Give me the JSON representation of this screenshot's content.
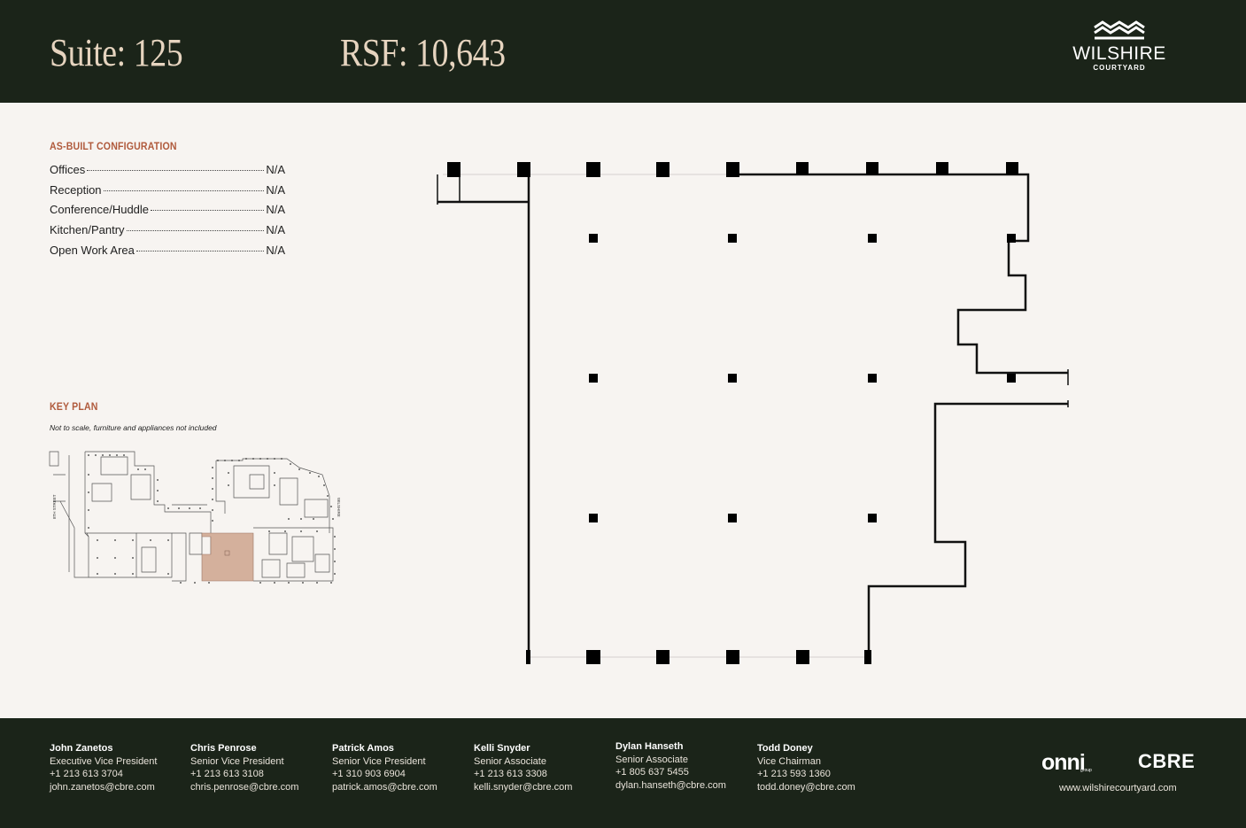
{
  "header": {
    "suite": "Suite: 125",
    "rsf": "RSF: 10,643",
    "logo": {
      "name": "WILSHIRE",
      "sub": "COURTYARD",
      "icon": "waves-icon"
    }
  },
  "configuration": {
    "title": "AS-BUILT CONFIGURATION",
    "items": [
      {
        "label": "Offices",
        "value": "N/A"
      },
      {
        "label": "Reception",
        "value": "N/A"
      },
      {
        "label": "Conference/Huddle",
        "value": "N/A"
      },
      {
        "label": "Kitchen/Pantry",
        "value": "N/A"
      },
      {
        "label": "Open Work Area",
        "value": "N/A"
      }
    ]
  },
  "key_plan": {
    "title": "KEY PLAN",
    "note": "Not to scale, furniture and appliances not included",
    "street_left": "8TH STREET",
    "street_right": "WILSHIRE",
    "highlight_color": "#d4b09c"
  },
  "contacts": [
    {
      "name": "John Zanetos",
      "title": "Executive Vice President",
      "phone": "+1 213 613 3704",
      "email": "john.zanetos@cbre.com"
    },
    {
      "name": "Chris Penrose",
      "title": "Senior Vice President",
      "phone": "+1 213 613 3108",
      "email": "chris.penrose@cbre.com"
    },
    {
      "name": "Patrick Amos",
      "title": "Senior Vice President",
      "phone": "+1 310 903 6904",
      "email": "patrick.amos@cbre.com"
    },
    {
      "name": "Kelli Snyder",
      "title": "Senior Associate",
      "phone": "+1 213 613 3308",
      "email": "kelli.snyder@cbre.com"
    },
    {
      "name": "Dylan Hanseth",
      "title": "Senior Associate",
      "phone": "+1 805 637 5455",
      "email": "dylan.hanseth@cbre.com"
    },
    {
      "name": "Todd Doney",
      "title": "Vice Chairman",
      "phone": "+1 213 593 1360",
      "email": "todd.doney@cbre.com"
    }
  ],
  "brands": {
    "onni": "onni",
    "onni_sub": "group",
    "cbre": "CBRE"
  },
  "website": "www.wilshirecourtyard.com",
  "colors": {
    "dark": "#1b2419",
    "cream": "#f7f4f1",
    "accent": "#b05a3c",
    "header_text": "#e6d4bf"
  }
}
